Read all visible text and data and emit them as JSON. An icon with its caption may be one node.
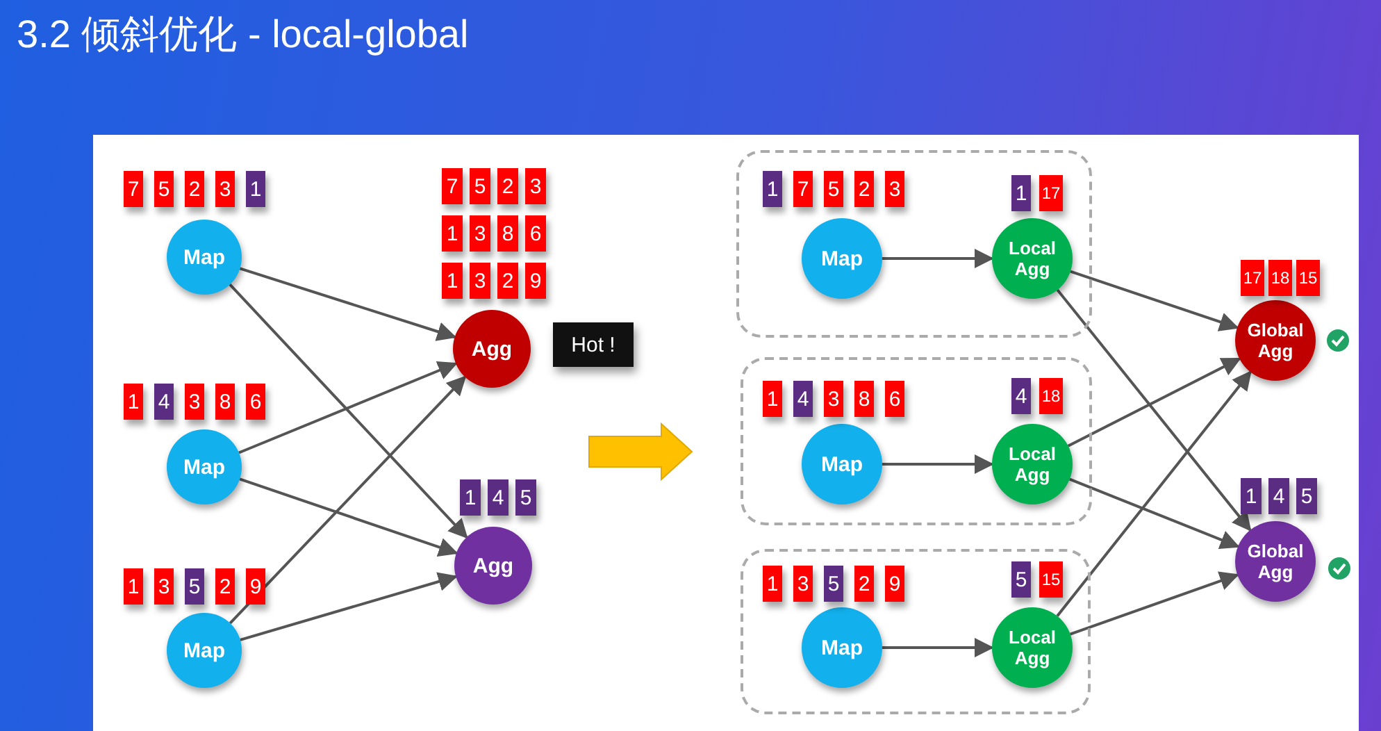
{
  "diagram": {
    "title": "3.2 倾斜优化 - local-global",
    "nodes": [
      {
        "text": [
          "Map"
        ],
        "beside": [
          "7",
          "5",
          "2",
          "3",
          "1"
        ]
      },
      {
        "text": [
          "Map"
        ],
        "beside": [
          "1",
          "4",
          "3",
          "8",
          "6"
        ]
      },
      {
        "text": [
          "Map"
        ],
        "beside": [
          "1",
          "3",
          "5",
          "2",
          "9"
        ]
      },
      {
        "text": [
          "Agg"
        ],
        "beside": [
          "7",
          "5",
          "2",
          "3",
          "1",
          "3",
          "8",
          "6",
          "1",
          "3",
          "2",
          "9"
        ]
      },
      {
        "text": [
          "Hot !"
        ]
      },
      {
        "text": [
          "Agg"
        ],
        "beside": [
          "1",
          "4",
          "5"
        ]
      },
      {
        "text": [],
        "shape": "box"
      },
      {
        "text": [
          "Map"
        ],
        "in": 6,
        "beside": [
          "1",
          "7",
          "5",
          "2",
          "3"
        ]
      },
      {
        "text": [
          "Local Agg"
        ],
        "in": 6,
        "beside": [
          "1",
          "17"
        ]
      },
      {
        "text": [],
        "shape": "box"
      },
      {
        "text": [
          "Map"
        ],
        "in": 9,
        "beside": [
          "1",
          "4",
          "3",
          "8",
          "6"
        ]
      },
      {
        "text": [
          "Local Agg"
        ],
        "in": 9,
        "beside": [
          "4",
          "18"
        ]
      },
      {
        "text": [],
        "shape": "box"
      },
      {
        "text": [
          "Map"
        ],
        "in": 12,
        "beside": [
          "1",
          "3",
          "5",
          "2",
          "9"
        ]
      },
      {
        "text": [
          "Local Agg"
        ],
        "in": 12,
        "beside": [
          "5",
          "15"
        ]
      },
      {
        "text": [
          "Global Agg"
        ],
        "beside": [
          "17",
          "18",
          "15"
        ]
      },
      {
        "text": [
          "Global Agg"
        ],
        "beside": [
          "1",
          "4",
          "5"
        ]
      }
    ],
    "edges": [
      {
        "from": 0,
        "to": 3,
        "arrow": "to"
      },
      {
        "from": 0,
        "to": 5,
        "arrow": "to"
      },
      {
        "from": 1,
        "to": 3,
        "arrow": "to"
      },
      {
        "from": 1,
        "to": 5,
        "arrow": "to"
      },
      {
        "from": 2,
        "to": 3,
        "arrow": "to"
      },
      {
        "from": 2,
        "to": 5,
        "arrow": "to"
      },
      {
        "from": 7,
        "to": 8,
        "arrow": "to"
      },
      {
        "from": 10,
        "to": 11,
        "arrow": "to"
      },
      {
        "from": 13,
        "to": 14,
        "arrow": "to"
      },
      {
        "from": 8,
        "to": 15,
        "arrow": "to"
      },
      {
        "from": 8,
        "to": 16,
        "arrow": "to"
      },
      {
        "from": 11,
        "to": 15,
        "arrow": "to"
      },
      {
        "from": 11,
        "to": 16,
        "arrow": "to"
      },
      {
        "from": 14,
        "to": 15,
        "arrow": "to"
      },
      {
        "from": 14,
        "to": 16,
        "arrow": "to"
      }
    ]
  }
}
